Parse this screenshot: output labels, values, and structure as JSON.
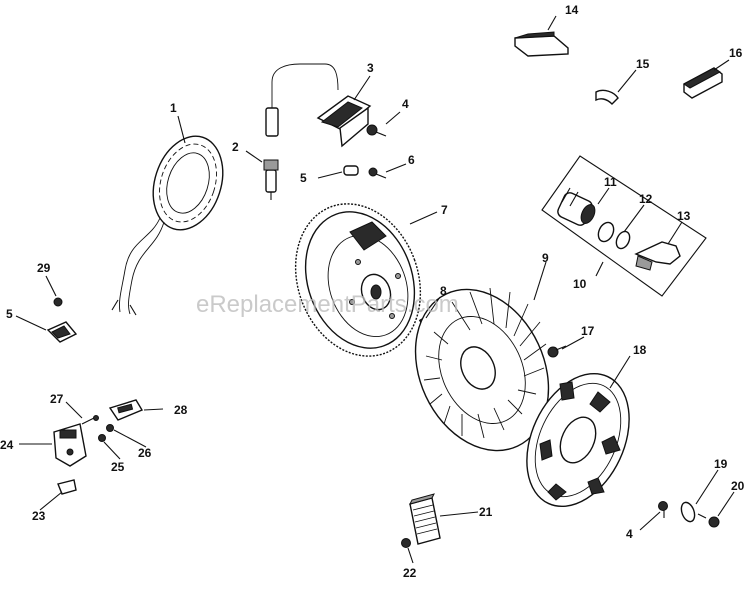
{
  "watermark": "eReplacementParts.com",
  "callouts": [
    "1",
    "2",
    "3",
    "4",
    "5",
    "6",
    "7",
    "8",
    "9",
    "10",
    "11",
    "12",
    "13",
    "14",
    "15",
    "16",
    "17",
    "18",
    "19",
    "20",
    "21",
    "22",
    "23",
    "24",
    "25",
    "26",
    "27",
    "28",
    "29",
    "5",
    "4"
  ],
  "colors": {
    "ink": "#111111",
    "background": "#ffffff",
    "watermark": "#b9b9b9"
  }
}
